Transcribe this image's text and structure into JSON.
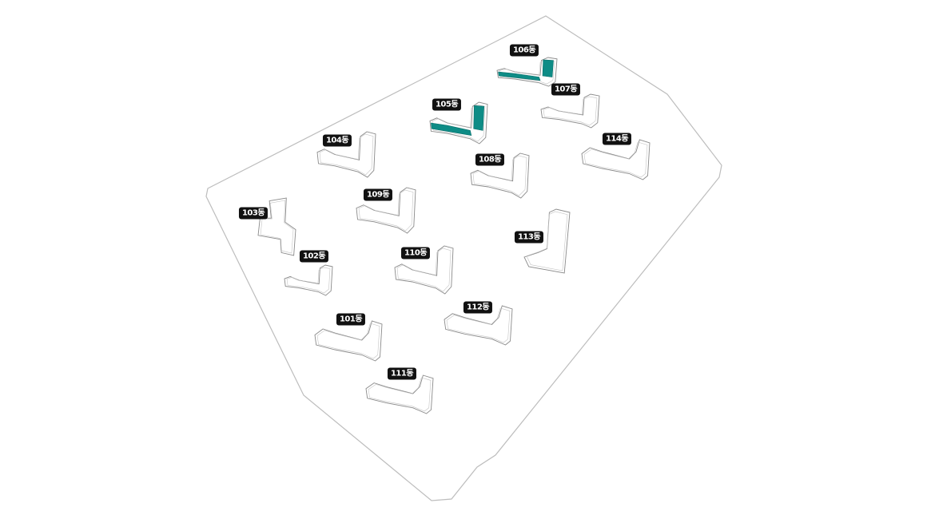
{
  "colors": {
    "highlight": "#0e8c86",
    "boundary": "#bdbdbd",
    "building_stroke": "#8a8a8a",
    "label_bg": "#111111"
  },
  "buildings": [
    {
      "label": "101동",
      "highlighted": false
    },
    {
      "label": "102동",
      "highlighted": false
    },
    {
      "label": "103동",
      "highlighted": false
    },
    {
      "label": "104동",
      "highlighted": false
    },
    {
      "label": "105동",
      "highlighted": true
    },
    {
      "label": "106동",
      "highlighted": true
    },
    {
      "label": "107동",
      "highlighted": false
    },
    {
      "label": "108동",
      "highlighted": false
    },
    {
      "label": "109동",
      "highlighted": false
    },
    {
      "label": "110동",
      "highlighted": false
    },
    {
      "label": "111동",
      "highlighted": false
    },
    {
      "label": "112동",
      "highlighted": false
    },
    {
      "label": "113동",
      "highlighted": false
    },
    {
      "label": "114동",
      "highlighted": false
    }
  ]
}
